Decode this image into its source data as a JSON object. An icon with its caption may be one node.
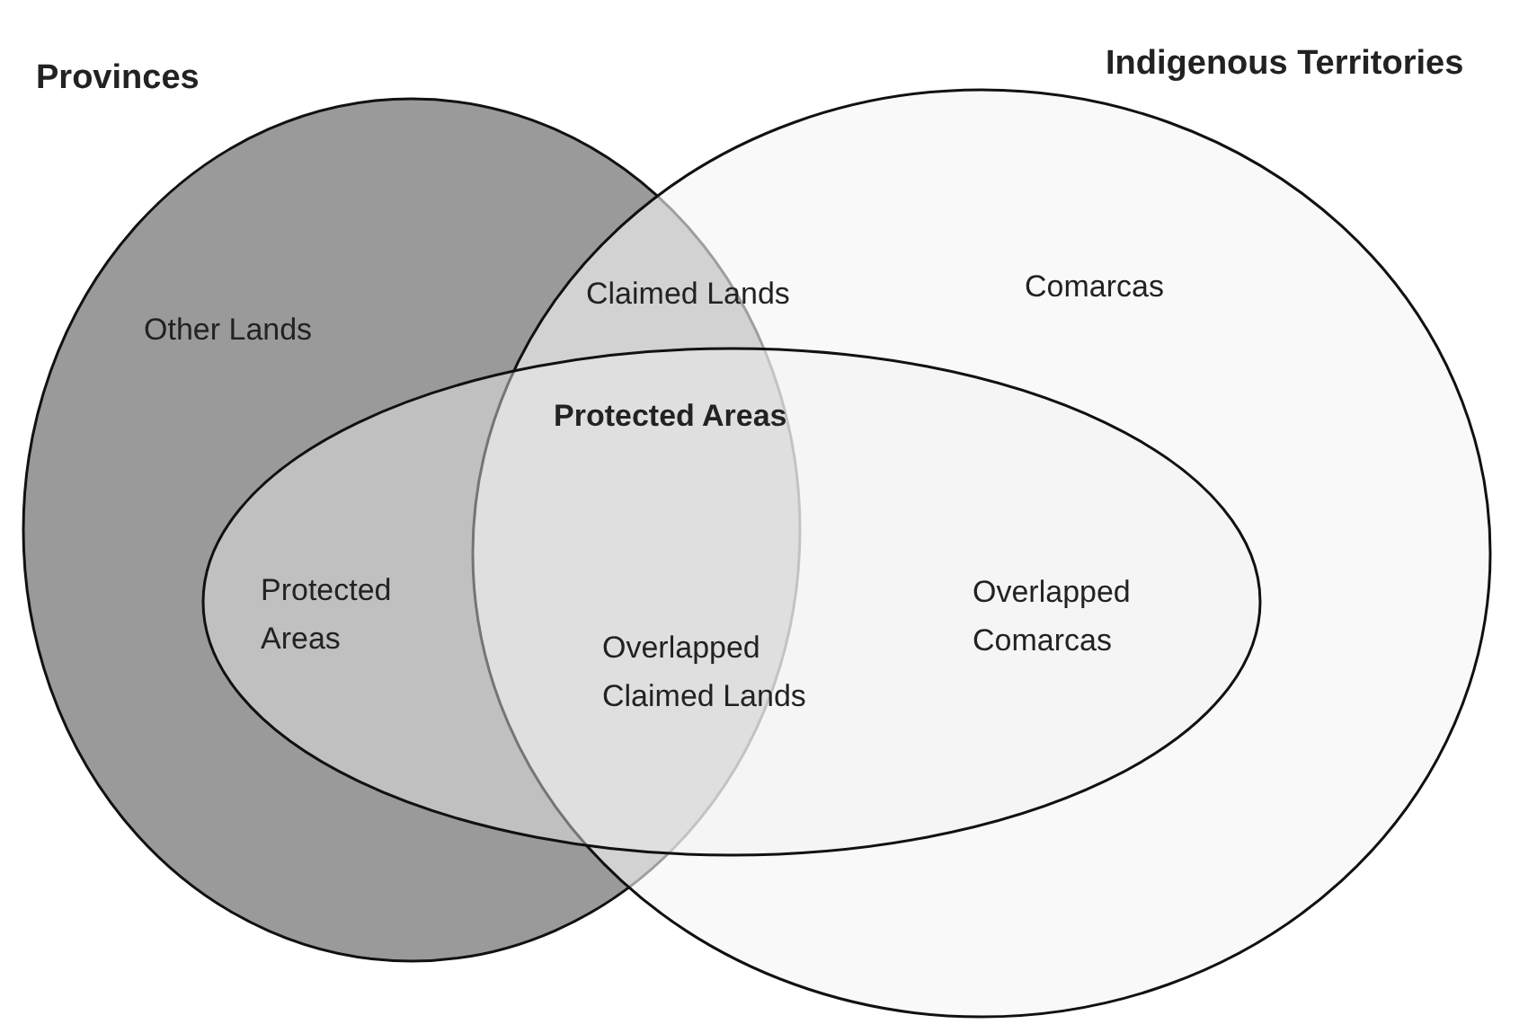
{
  "diagram": {
    "nodes": [
      {
        "text": [
          "Provinces",
          "Other Lands"
        ]
      },
      {
        "text": [
          "Indigenous Territories",
          "Comarcas"
        ]
      },
      {
        "text": [
          "Protected Areas"
        ]
      }
    ],
    "labels": [
      "Claimed Lands",
      "Protected Areas",
      "Overlapped Claimed Lands",
      "Overlapped Comarcas"
    ]
  }
}
